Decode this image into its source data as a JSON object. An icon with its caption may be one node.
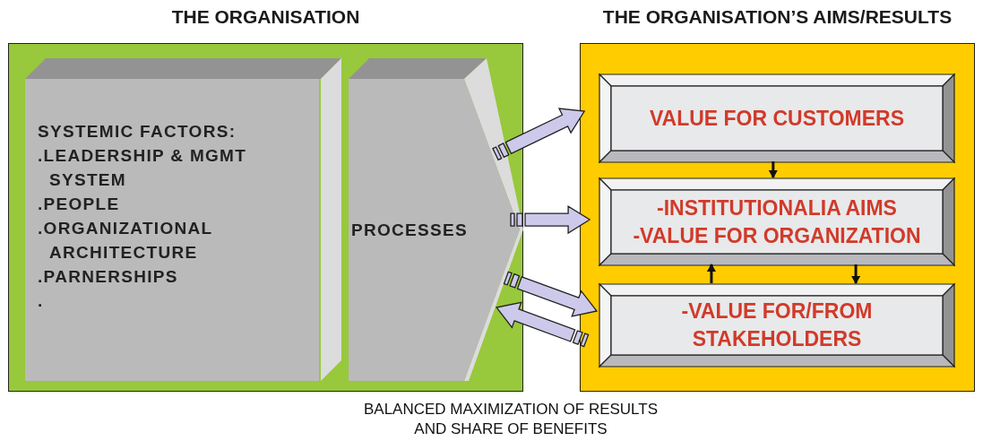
{
  "diagram": {
    "caption": "BALANCED MAXIMIZATION OF RESULTS AND SHARE OF BENEFITS",
    "nodes": [
      {
        "text": [
          "THE ORGANISATION"
        ]
      },
      {
        "text": [
          "SYSTEMIC FACTORS:",
          ".LEADERSHIP & MGMT SYSTEM",
          ".PEOPLE",
          ".ORGANIZATIONAL ARCHITECTURE",
          ".PARNERSHIPS",
          "."
        ],
        "in": 0
      },
      {
        "text": [
          "PROCESSES"
        ],
        "in": 0
      },
      {
        "text": [
          "THE ORGANISATION’S AIMS/RESULTS"
        ]
      },
      {
        "text": [
          "VALUE FOR CUSTOMERS"
        ],
        "in": 3
      },
      {
        "text": [
          "-INSTITUTIONALIA AIMS",
          "-VALUE FOR ORGANIZATION"
        ],
        "in": 3
      },
      {
        "text": [
          "-VALUE FOR/FROM STAKEHOLDERS"
        ],
        "in": 3
      }
    ],
    "edges": [
      {
        "from": 2,
        "to": 4,
        "arrow": "to",
        "style": "thick"
      },
      {
        "from": 2,
        "to": 5,
        "arrow": "to",
        "style": "thick"
      },
      {
        "from": 2,
        "to": 6,
        "arrow": "to",
        "style": "thick"
      },
      {
        "from": 6,
        "to": 2,
        "arrow": "to",
        "style": "thick"
      },
      {
        "from": 4,
        "to": 5,
        "arrow": "to"
      },
      {
        "from": 6,
        "to": 5,
        "arrow": "to"
      },
      {
        "from": 5,
        "to": 6,
        "arrow": "to"
      }
    ]
  }
}
